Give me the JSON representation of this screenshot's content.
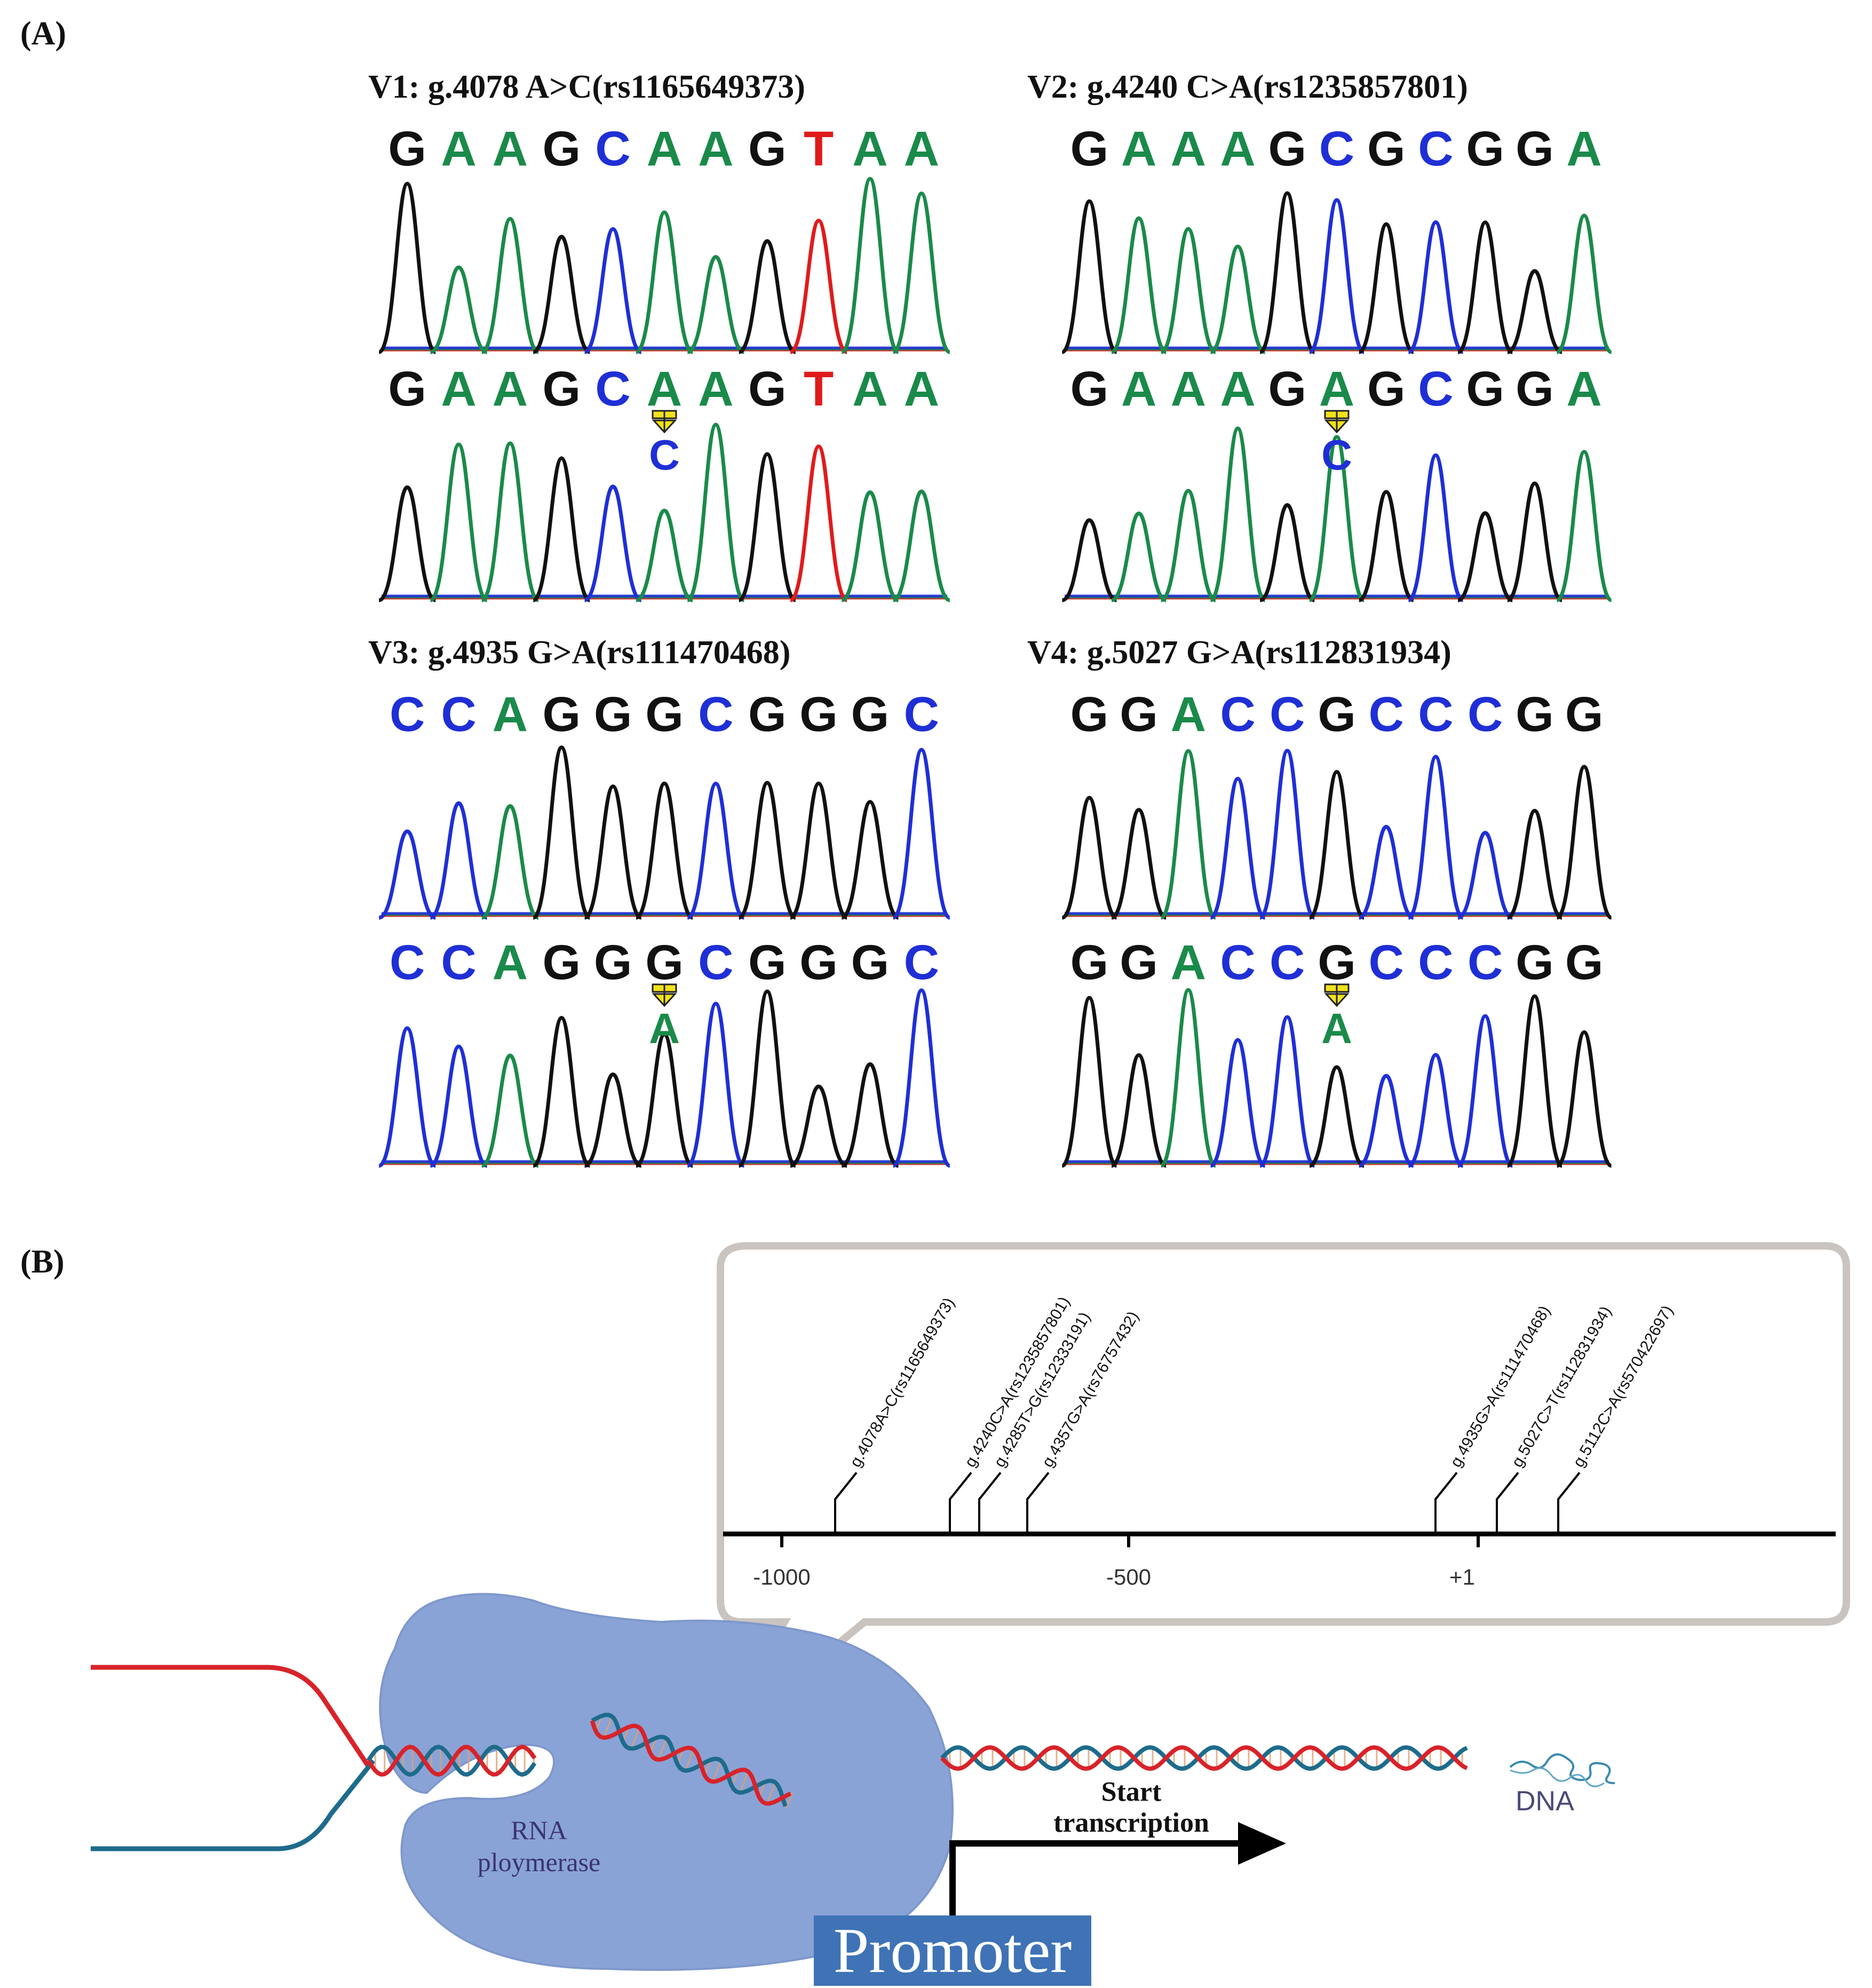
{
  "panel_a_label": "(A)",
  "panel_b_label": "(B)",
  "base_colors": {
    "A": "#1a8a4a",
    "C": "#1f2fd6",
    "G": "#111111",
    "T": "#e01b1b"
  },
  "variants": [
    {
      "id": "v1",
      "title": "V1: g.4078 A>C(rs1165649373)",
      "ref_seq": "GAAGCAAGTAA",
      "alt_seq": "GAAGCAAGTAA",
      "mut_index": 5,
      "mut_base": "C"
    },
    {
      "id": "v2",
      "title": "V2: g.4240 C>A(rs1235857801)",
      "ref_seq": "GAAAGCGCGGA",
      "alt_seq": "GAAAGAGCGGA",
      "mut_index": 5,
      "mut_base": "C"
    },
    {
      "id": "v3",
      "title": "V3: g.4935 G>A(rs111470468)",
      "ref_seq": "CCAGGGCGGGC",
      "alt_seq": "CCAGGGCGGGC",
      "mut_index": 5,
      "mut_base": "A"
    },
    {
      "id": "v4",
      "title": "V4: g.5027 G>A(rs112831934)",
      "ref_seq": "GGACCGCCCGG",
      "alt_seq": "GGACCGCCCGG",
      "mut_index": 5,
      "mut_base": "A"
    }
  ],
  "map": {
    "ticks": [
      "-1000",
      "-500",
      "+1"
    ],
    "snps": [
      "g.4078A>C(rs1165649373)",
      "g.4240C>A(rs1235857801)",
      "g.4285T>G(rs12333191)",
      "g.4357G>A(rs76757432)",
      "g.4935G>A(rs111470468)",
      "g.5027C>T(rs112831934)",
      "g.5112C>A(rs570422697)"
    ]
  },
  "rna_polymerase_label": "RNA\nploymerase",
  "start_transcription_label": "Start\ntranscription",
  "dna_label": "DNA",
  "promoter_label": "Promoter"
}
